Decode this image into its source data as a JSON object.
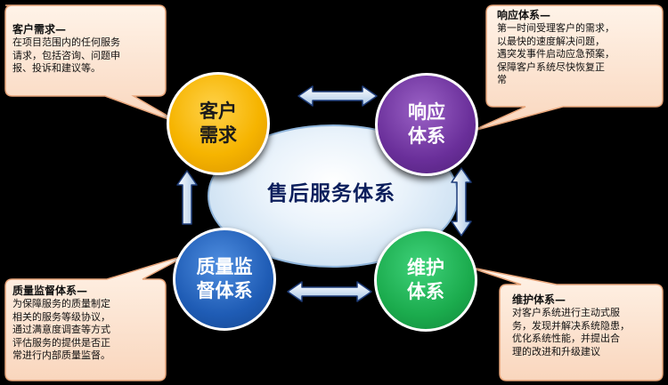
{
  "center": {
    "label": "售后服务体系"
  },
  "nodes": {
    "customer": {
      "lines": [
        "客户",
        "需求"
      ],
      "color": "#f6b400"
    },
    "response": {
      "lines": [
        "响应",
        "体系"
      ],
      "color": "#6a2f9a"
    },
    "quality": {
      "lines": [
        "质量监",
        "督体系"
      ],
      "color": "#1f5cb5"
    },
    "maintenance": {
      "lines": [
        "维护",
        "体系"
      ],
      "color": "#1bab4d"
    }
  },
  "callouts": {
    "customer": {
      "title": "客户需求—",
      "lines": [
        "在项目范围内的任何服务",
        "请求，包括咨询、问题申",
        "报、投诉和建议等。"
      ]
    },
    "response": {
      "title": "响应体系—",
      "lines": [
        "第一时间受理客户的需求，",
        "以最快的速度解决问题，",
        "遇突发事件启动应急预案，",
        "保障客户系统尽快恢复正",
        "常"
      ]
    },
    "quality": {
      "title": "质量监督体系—",
      "lines": [
        "为保障服务的质量制定",
        "相关的服务等级协议，",
        "通过满意度调查等方式",
        "评估服务的提供是否正",
        "常进行内部质量监督。"
      ]
    },
    "maintenance": {
      "title": "维护体系—",
      "lines": [
        "对客户系统进行主动式服",
        "务，发现并解决系统隐患，",
        "优化系统性能，并提出合",
        "理的改进和升级建议"
      ]
    }
  },
  "colors": {
    "callout_fill": "#fde7d4",
    "callout_border": "#e8a57a",
    "arrow_fill": "#cfe2f3",
    "arrow_border": "#1f3d7a"
  }
}
